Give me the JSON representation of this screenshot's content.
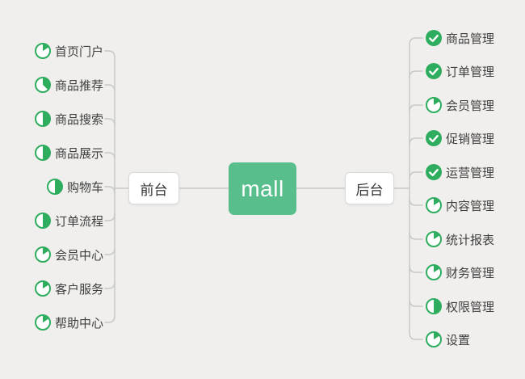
{
  "canvas": {
    "background": "#f0efed"
  },
  "colors": {
    "green": "#2ead5f",
    "node_green": "#58bf8c",
    "line": "#c8c8c6",
    "text": "#3f3f3f",
    "node_text": "#333333"
  },
  "root": {
    "label": "mall"
  },
  "branches": [
    {
      "id": "frontend",
      "label": "前台",
      "side": "left",
      "items": [
        {
          "label": "首页门户",
          "marker": "pie",
          "progress": 0.16
        },
        {
          "label": "商品推荐",
          "marker": "pie",
          "progress": 0.375
        },
        {
          "label": "商品搜索",
          "marker": "pie",
          "progress": 0.5
        },
        {
          "label": "商品展示",
          "marker": "pie",
          "progress": 0.5
        },
        {
          "label": "购物车",
          "marker": "pie",
          "progress": 0.5
        },
        {
          "label": "订单流程",
          "marker": "pie",
          "progress": 0.5
        },
        {
          "label": "会员中心",
          "marker": "pie",
          "progress": 0.16
        },
        {
          "label": "客户服务",
          "marker": "pie",
          "progress": 0.16
        },
        {
          "label": "帮助中心",
          "marker": "pie",
          "progress": 0.16
        }
      ]
    },
    {
      "id": "backend",
      "label": "后台",
      "side": "right",
      "items": [
        {
          "label": "商品管理",
          "marker": "check"
        },
        {
          "label": "订单管理",
          "marker": "check"
        },
        {
          "label": "会员管理",
          "marker": "pie",
          "progress": 0.16
        },
        {
          "label": "促销管理",
          "marker": "check"
        },
        {
          "label": "运营管理",
          "marker": "check"
        },
        {
          "label": "内容管理",
          "marker": "pie",
          "progress": 0.16
        },
        {
          "label": "统计报表",
          "marker": "pie",
          "progress": 0.16
        },
        {
          "label": "财务管理",
          "marker": "pie",
          "progress": 0.16
        },
        {
          "label": "权限管理",
          "marker": "pie",
          "progress": 0.5
        },
        {
          "label": "设置",
          "marker": "pie",
          "progress": 0.16
        }
      ]
    }
  ]
}
